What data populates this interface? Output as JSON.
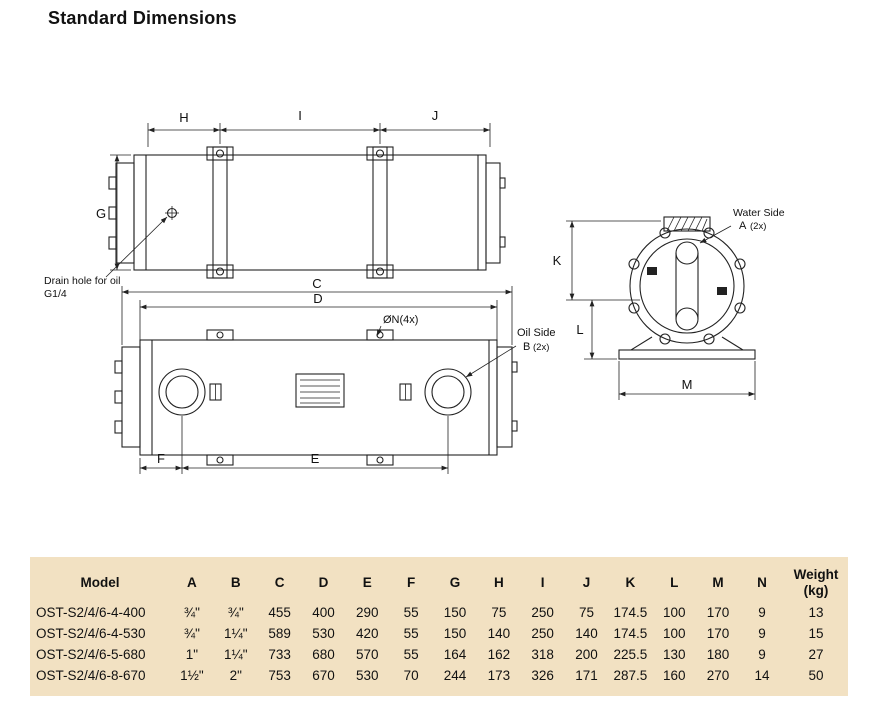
{
  "page": {
    "title": "Standard Dimensions"
  },
  "diagram": {
    "dims": {
      "h": "H",
      "i": "I",
      "j": "J",
      "g": "G",
      "c": "C",
      "d": "D",
      "e": "E",
      "f": "F",
      "k": "K",
      "l": "L",
      "m": "M"
    },
    "annotations": {
      "drain_line1": "Drain hole for oil",
      "drain_line2": "G1/4",
      "hole_note": "ØN(4x)",
      "oil_side": "Oil Side",
      "oil_port": "B",
      "oil_qty": "(2x)",
      "water_side": "Water Side",
      "water_port": "A",
      "water_qty": "(2x)"
    }
  },
  "table": {
    "headers": [
      "Model",
      "A",
      "B",
      "C",
      "D",
      "E",
      "F",
      "G",
      "H",
      "I",
      "J",
      "K",
      "L",
      "M",
      "N",
      "Weight\n(kg)"
    ],
    "rows": [
      [
        "OST-S2/4/6-4-400",
        "¾\"",
        "¾\"",
        "455",
        "400",
        "290",
        "55",
        "150",
        "75",
        "250",
        "75",
        "174.5",
        "100",
        "170",
        "9",
        "13"
      ],
      [
        "OST-S2/4/6-4-530",
        "¾\"",
        "1¼\"",
        "589",
        "530",
        "420",
        "55",
        "150",
        "140",
        "250",
        "140",
        "174.5",
        "100",
        "170",
        "9",
        "15"
      ],
      [
        "OST-S2/4/6-5-680",
        "1\"",
        "1¼\"",
        "733",
        "680",
        "570",
        "55",
        "164",
        "162",
        "318",
        "200",
        "225.5",
        "130",
        "180",
        "9",
        "27"
      ],
      [
        "OST-S2/4/6-8-670",
        "1½\"",
        "2\"",
        "753",
        "670",
        "530",
        "70",
        "244",
        "173",
        "326",
        "171",
        "287.5",
        "160",
        "270",
        "14",
        "50"
      ]
    ]
  },
  "colors": {
    "table_background": "#f2e1c2",
    "line_color": "#222222"
  }
}
